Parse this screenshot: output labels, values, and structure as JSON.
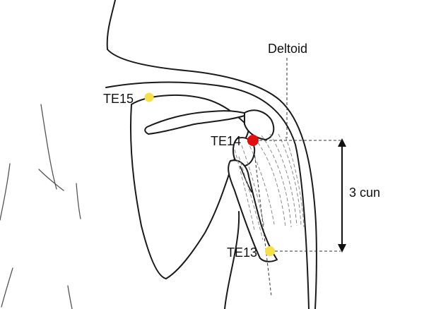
{
  "labels": {
    "deltoid": "Deltoid",
    "te15": "TE15",
    "te14": "TE14",
    "te13": "TE13",
    "distance": "3 cun"
  },
  "colors": {
    "acupoint_yellow": "#f5e04a",
    "acupoint_red": "#e01010"
  }
}
